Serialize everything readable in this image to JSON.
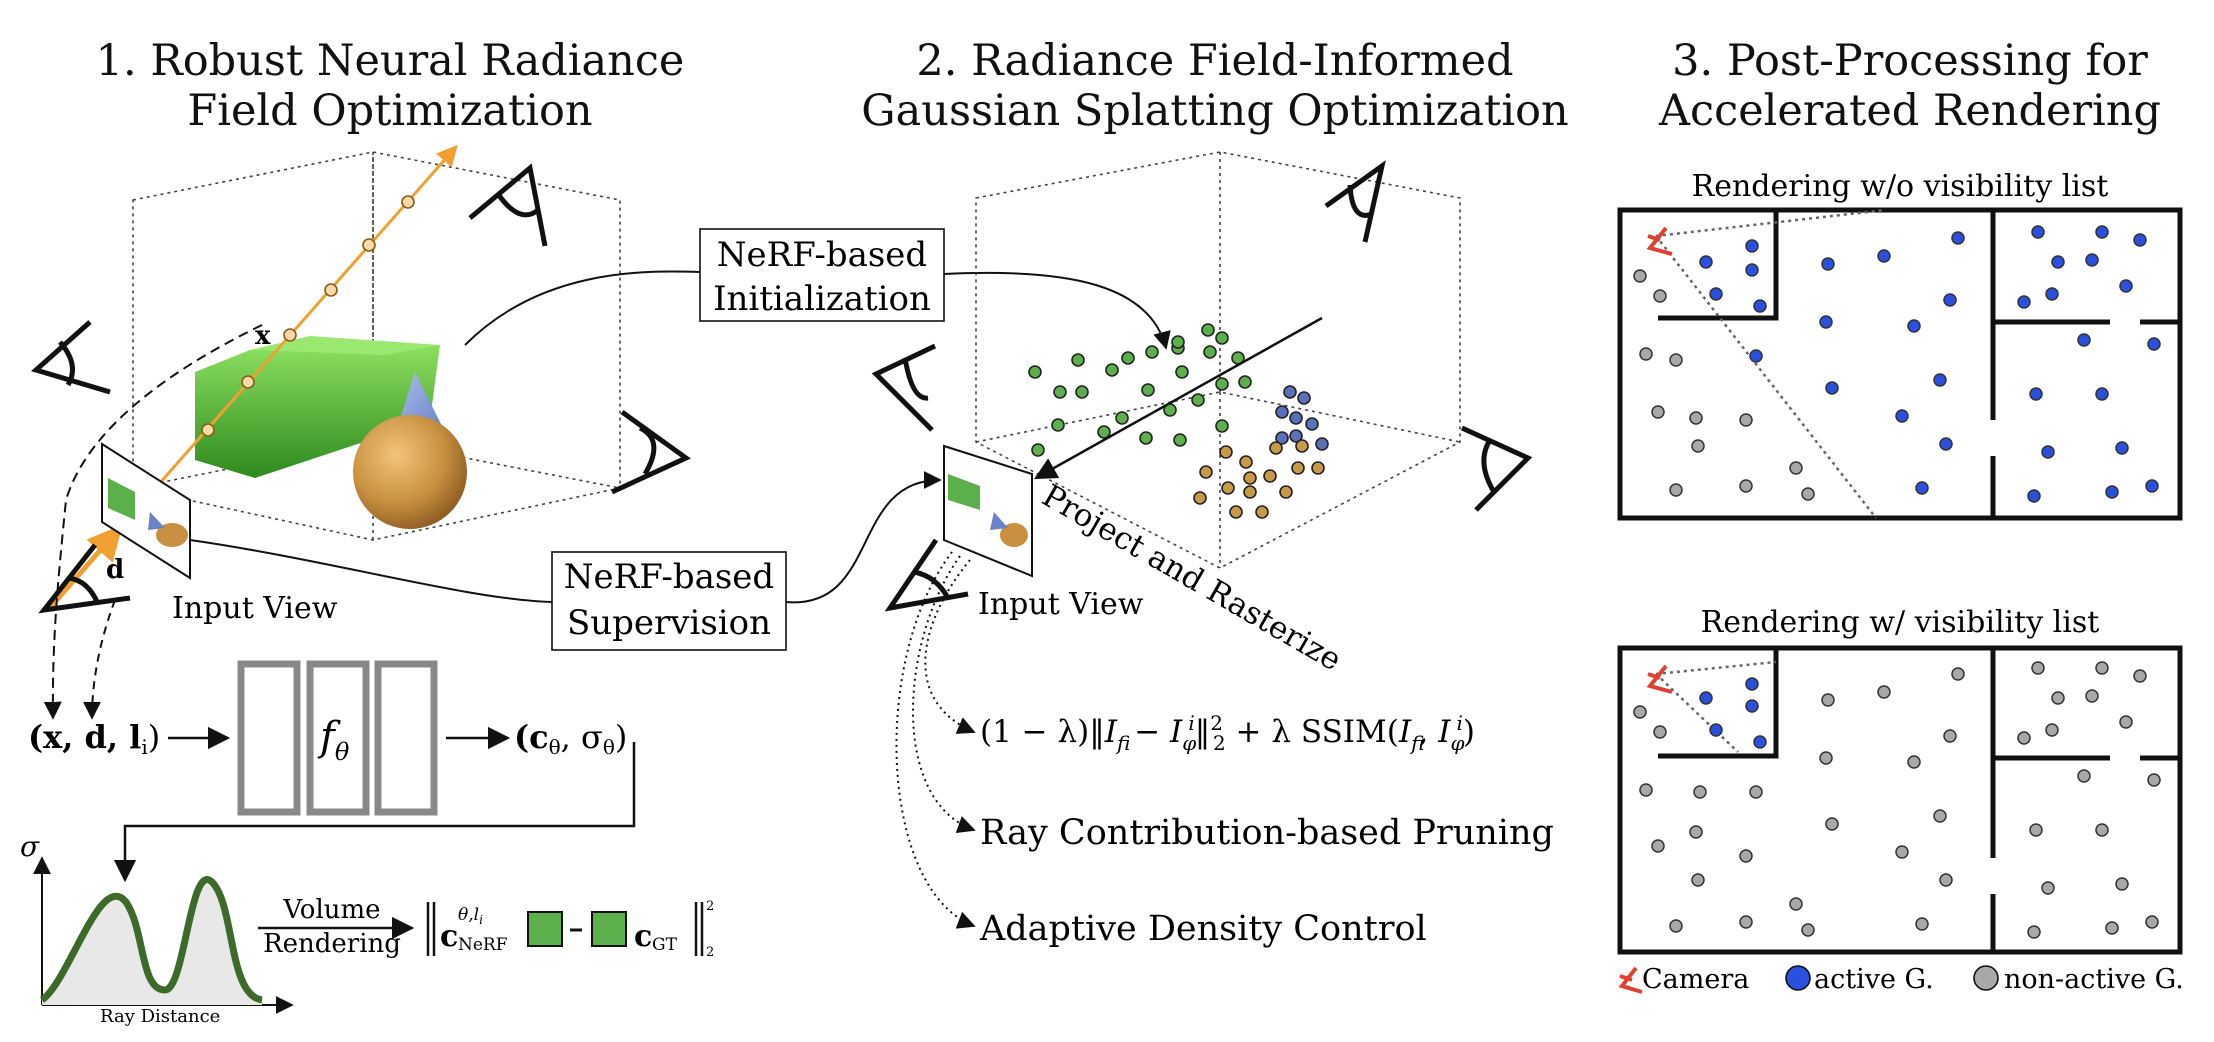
{
  "titles": {
    "t1_line1": "1. Robust Neural Radiance",
    "t1_line2": "Field Optimization",
    "t2_line1": "2. Radiance Field-Informed",
    "t2_line2": "Gaussian Splatting Optimization",
    "t3_line1": "3. Post-Processing for",
    "t3_line2": "Accelerated Rendering"
  },
  "stage1": {
    "point_label": "x",
    "dir_label": "d",
    "input_view": "Input View",
    "inputs": "(x, d, l",
    "inputs_sub": "i",
    "inputs_close": ")",
    "network": "f",
    "network_sub": "θ",
    "outputs": "(c",
    "outputs_sub1": "θ",
    "outputs_mid": ", σ",
    "outputs_sub2": "θ",
    "outputs_close": ")",
    "plot_ylabel": "σ",
    "plot_xlabel": "Ray Distance",
    "volume_top": "Volume",
    "volume_bottom": "Rendering",
    "c_nerf": "c",
    "c_nerf_sup": "θ,l",
    "c_nerf_sup_sub": "i",
    "c_nerf_sub": "NeRF",
    "c_gt": "c",
    "c_gt_sub": "GT",
    "norm_exp": "2",
    "norm_sub": "2"
  },
  "links": {
    "init_line1": "NeRF-based",
    "init_line2": "Initialization",
    "sup_line1": "NeRF-based",
    "sup_line2": "Supervision"
  },
  "stage2": {
    "project_label": "Project and Rasterize",
    "input_view": "Input View",
    "loss": "(1 − λ)‖I",
    "loss_full": "(1 − λ)‖I_f^i − I_φ^i‖²₂ + λ SSIM(I_f^i, I_φ^i)",
    "pruning": "Ray Contribution-based Pruning",
    "density": "Adaptive Density Control"
  },
  "stage3": {
    "top_caption": "Rendering w/o visibility list",
    "bottom_caption": "Rendering w/ visibility list",
    "legend_camera": "Camera",
    "legend_active": "active G.",
    "legend_inactive": "non-active G."
  },
  "colors": {
    "ray": "#f0a030",
    "green": "#5cb04c",
    "blue": "#2a50e0",
    "grey": "#a8a8a8",
    "curve": "#3c6a28",
    "camera": "#e04030"
  }
}
